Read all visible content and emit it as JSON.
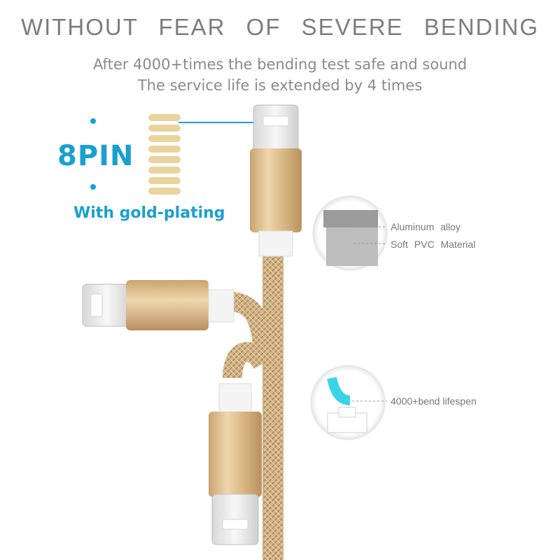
{
  "heading": {
    "title": "WITHOUT FEAR OF SEVERE BENDING",
    "line1": "After 4000+times the bending test safe and sound",
    "line2": "The service life is extended by 4 times"
  },
  "pin": {
    "label": "8PIN",
    "subtitle": "With gold-plating"
  },
  "callouts": {
    "material_top": "Aluminum alloy",
    "material_bottom": "Soft PVC Material",
    "bend": "4000+bend lifespen"
  },
  "colors": {
    "accent": "#1aa0d0",
    "gold": "#d9b887",
    "text_gray": "#7d7d7d"
  }
}
